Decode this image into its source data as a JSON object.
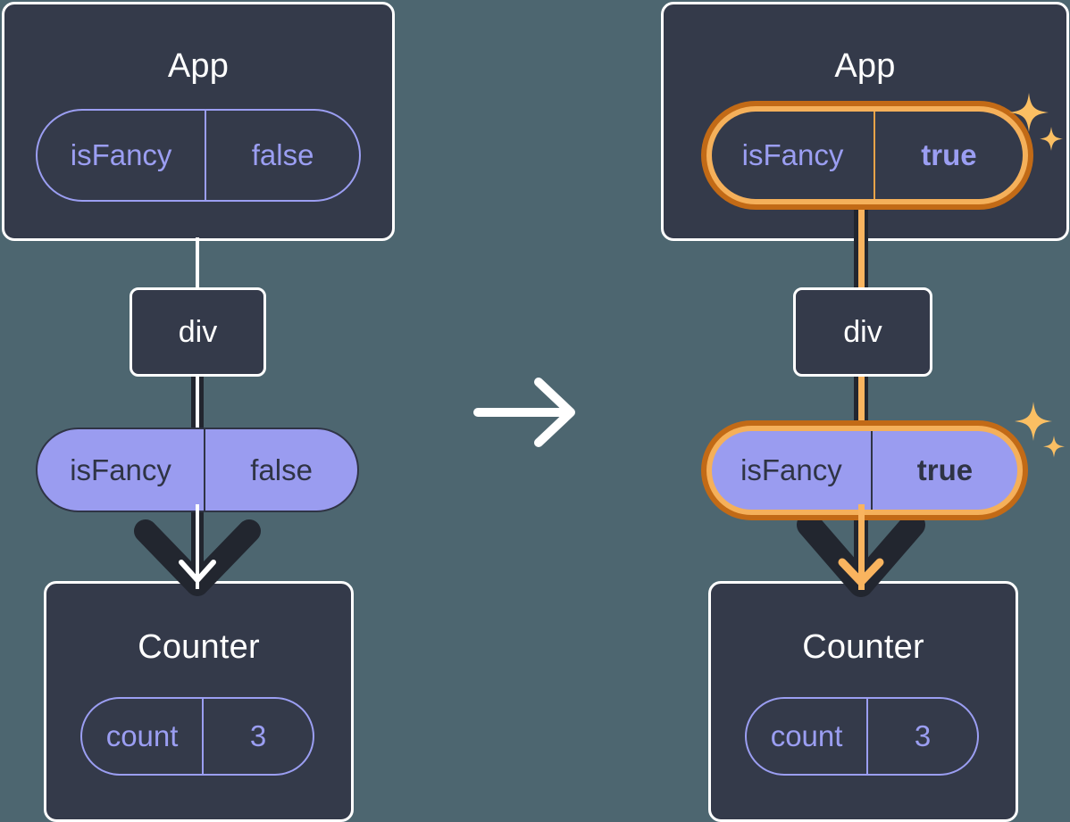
{
  "diagram": {
    "title": "react-state-update-tree",
    "background_color": "#4d6670",
    "box_fill": "#343a4a",
    "box_border": "#ffffff",
    "pill_purple_fill": "#9a9cf0",
    "pill_purple_outline": "#9b9ef2",
    "highlight_outer": "#c26a16",
    "highlight_inner": "#f5b05a",
    "sparkle_color": "#fbbf63",
    "wire_dark": "#22262f",
    "wire_white": "#ffffff",
    "wire_orange": "#f9b45f"
  },
  "panels": [
    {
      "id": "before",
      "app": {
        "title": "App",
        "state": {
          "key": "isFancy",
          "value": "false",
          "highlighted": false
        }
      },
      "element": {
        "label": "div"
      },
      "prop": {
        "key": "isFancy",
        "value": "false",
        "highlighted": false
      },
      "counter": {
        "title": "Counter",
        "state": {
          "key": "count",
          "value": "3",
          "highlighted": false
        }
      }
    },
    {
      "id": "after",
      "app": {
        "title": "App",
        "state": {
          "key": "isFancy",
          "value": "true",
          "highlighted": true
        }
      },
      "element": {
        "label": "div"
      },
      "prop": {
        "key": "isFancy",
        "value": "true",
        "highlighted": true
      },
      "counter": {
        "title": "Counter",
        "state": {
          "key": "count",
          "value": "3",
          "highlighted": false
        }
      }
    }
  ],
  "transition": {
    "icon": "right-arrow-icon",
    "label": ""
  }
}
